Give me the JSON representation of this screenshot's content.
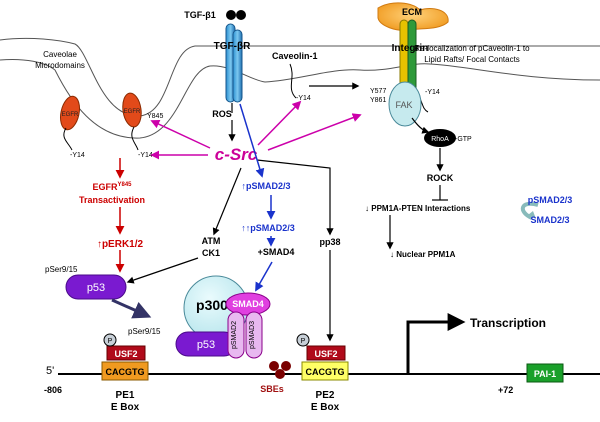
{
  "ligand": {
    "label": "TGF-",
    "beta": "β",
    "sub": "1"
  },
  "receptor": {
    "label": "TGF-",
    "beta": "β",
    "sub": "R"
  },
  "ecm": "ECM",
  "integrin": "Integrin",
  "caveolae": {
    "line1": "Caveolae",
    "line2": "Microdomains"
  },
  "caveolin": "Caveolin-1",
  "relocal": {
    "line1": "Re-localization of pCaveolin-1 to",
    "line2": "Lipid Rafts/ Focal Contacts"
  },
  "egfr_left": "EGFR",
  "egfr_right": "EGFR",
  "y845": "Y845",
  "y14": "-Y14",
  "y14_b": "-Y14",
  "y14_c": "-Y14",
  "y14_fak": "-Y14",
  "y577": "Y577",
  "y861": "Y861",
  "fak": "FAK",
  "rhoa": "RhoA",
  "gtp": "-GTP",
  "ros": "ROS",
  "csrc": "c-Src",
  "rock": "ROCK",
  "egfr_trans": {
    "line1": "EGFR",
    "sup": "Y845",
    "line2": "Transactivation"
  },
  "perk": "pERK1/2",
  "psmad_1": "pSMAD2/3",
  "psmad_2": "pSMAD2/3",
  "smad4": "+SMAD4",
  "atm": "ATM",
  "ck1": "CK1",
  "pp38": "pp38",
  "ppm1a_pten": "PPM1A-PTEN Interactions",
  "psmad_right": "pSMAD2/3",
  "smad_right": "SMAD2/3",
  "nuclear_ppm1a": "Nuclear PPM1A",
  "pser_1": "pSer9/15",
  "pser_2": "pSer9/15",
  "p53": "p53",
  "p53_b": "p53",
  "p300": "p300",
  "smad4_box": "SMAD4",
  "psmad2_box": "pSMAD2",
  "psmad3_box": "pSMAD3",
  "p_circle_1": "P",
  "p_circle_2": "P",
  "usf2_1": "USF2",
  "usf2_2": "USF2",
  "cacgtg_1": "CACGTG",
  "cacgtg_2": "CACGTG",
  "five_prime": "5'",
  "pos_806": "-806",
  "pos_72": "+72",
  "pe1": {
    "line1": "PE1",
    "line2": "E Box"
  },
  "pe2": {
    "line1": "PE2",
    "line2": "E Box"
  },
  "sbes": "SBEs",
  "transcription": "Transcription",
  "pai1": "PAI-1"
}
